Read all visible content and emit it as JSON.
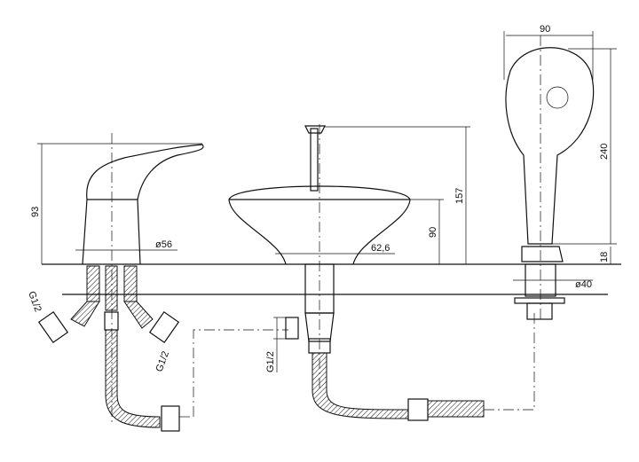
{
  "dimensions": {
    "shower_width": "90",
    "shower_height": "240",
    "spout_height": "157",
    "mixer_height": "93",
    "spout_body_height": "90",
    "spout_base_diameter": "62,6",
    "mixer_base_diameter": "ø56",
    "holder_height": "18",
    "holder_diameter": "ø40",
    "thread_left": "G1/2",
    "thread_right": "G1/2",
    "thread_spout": "G1/2"
  }
}
